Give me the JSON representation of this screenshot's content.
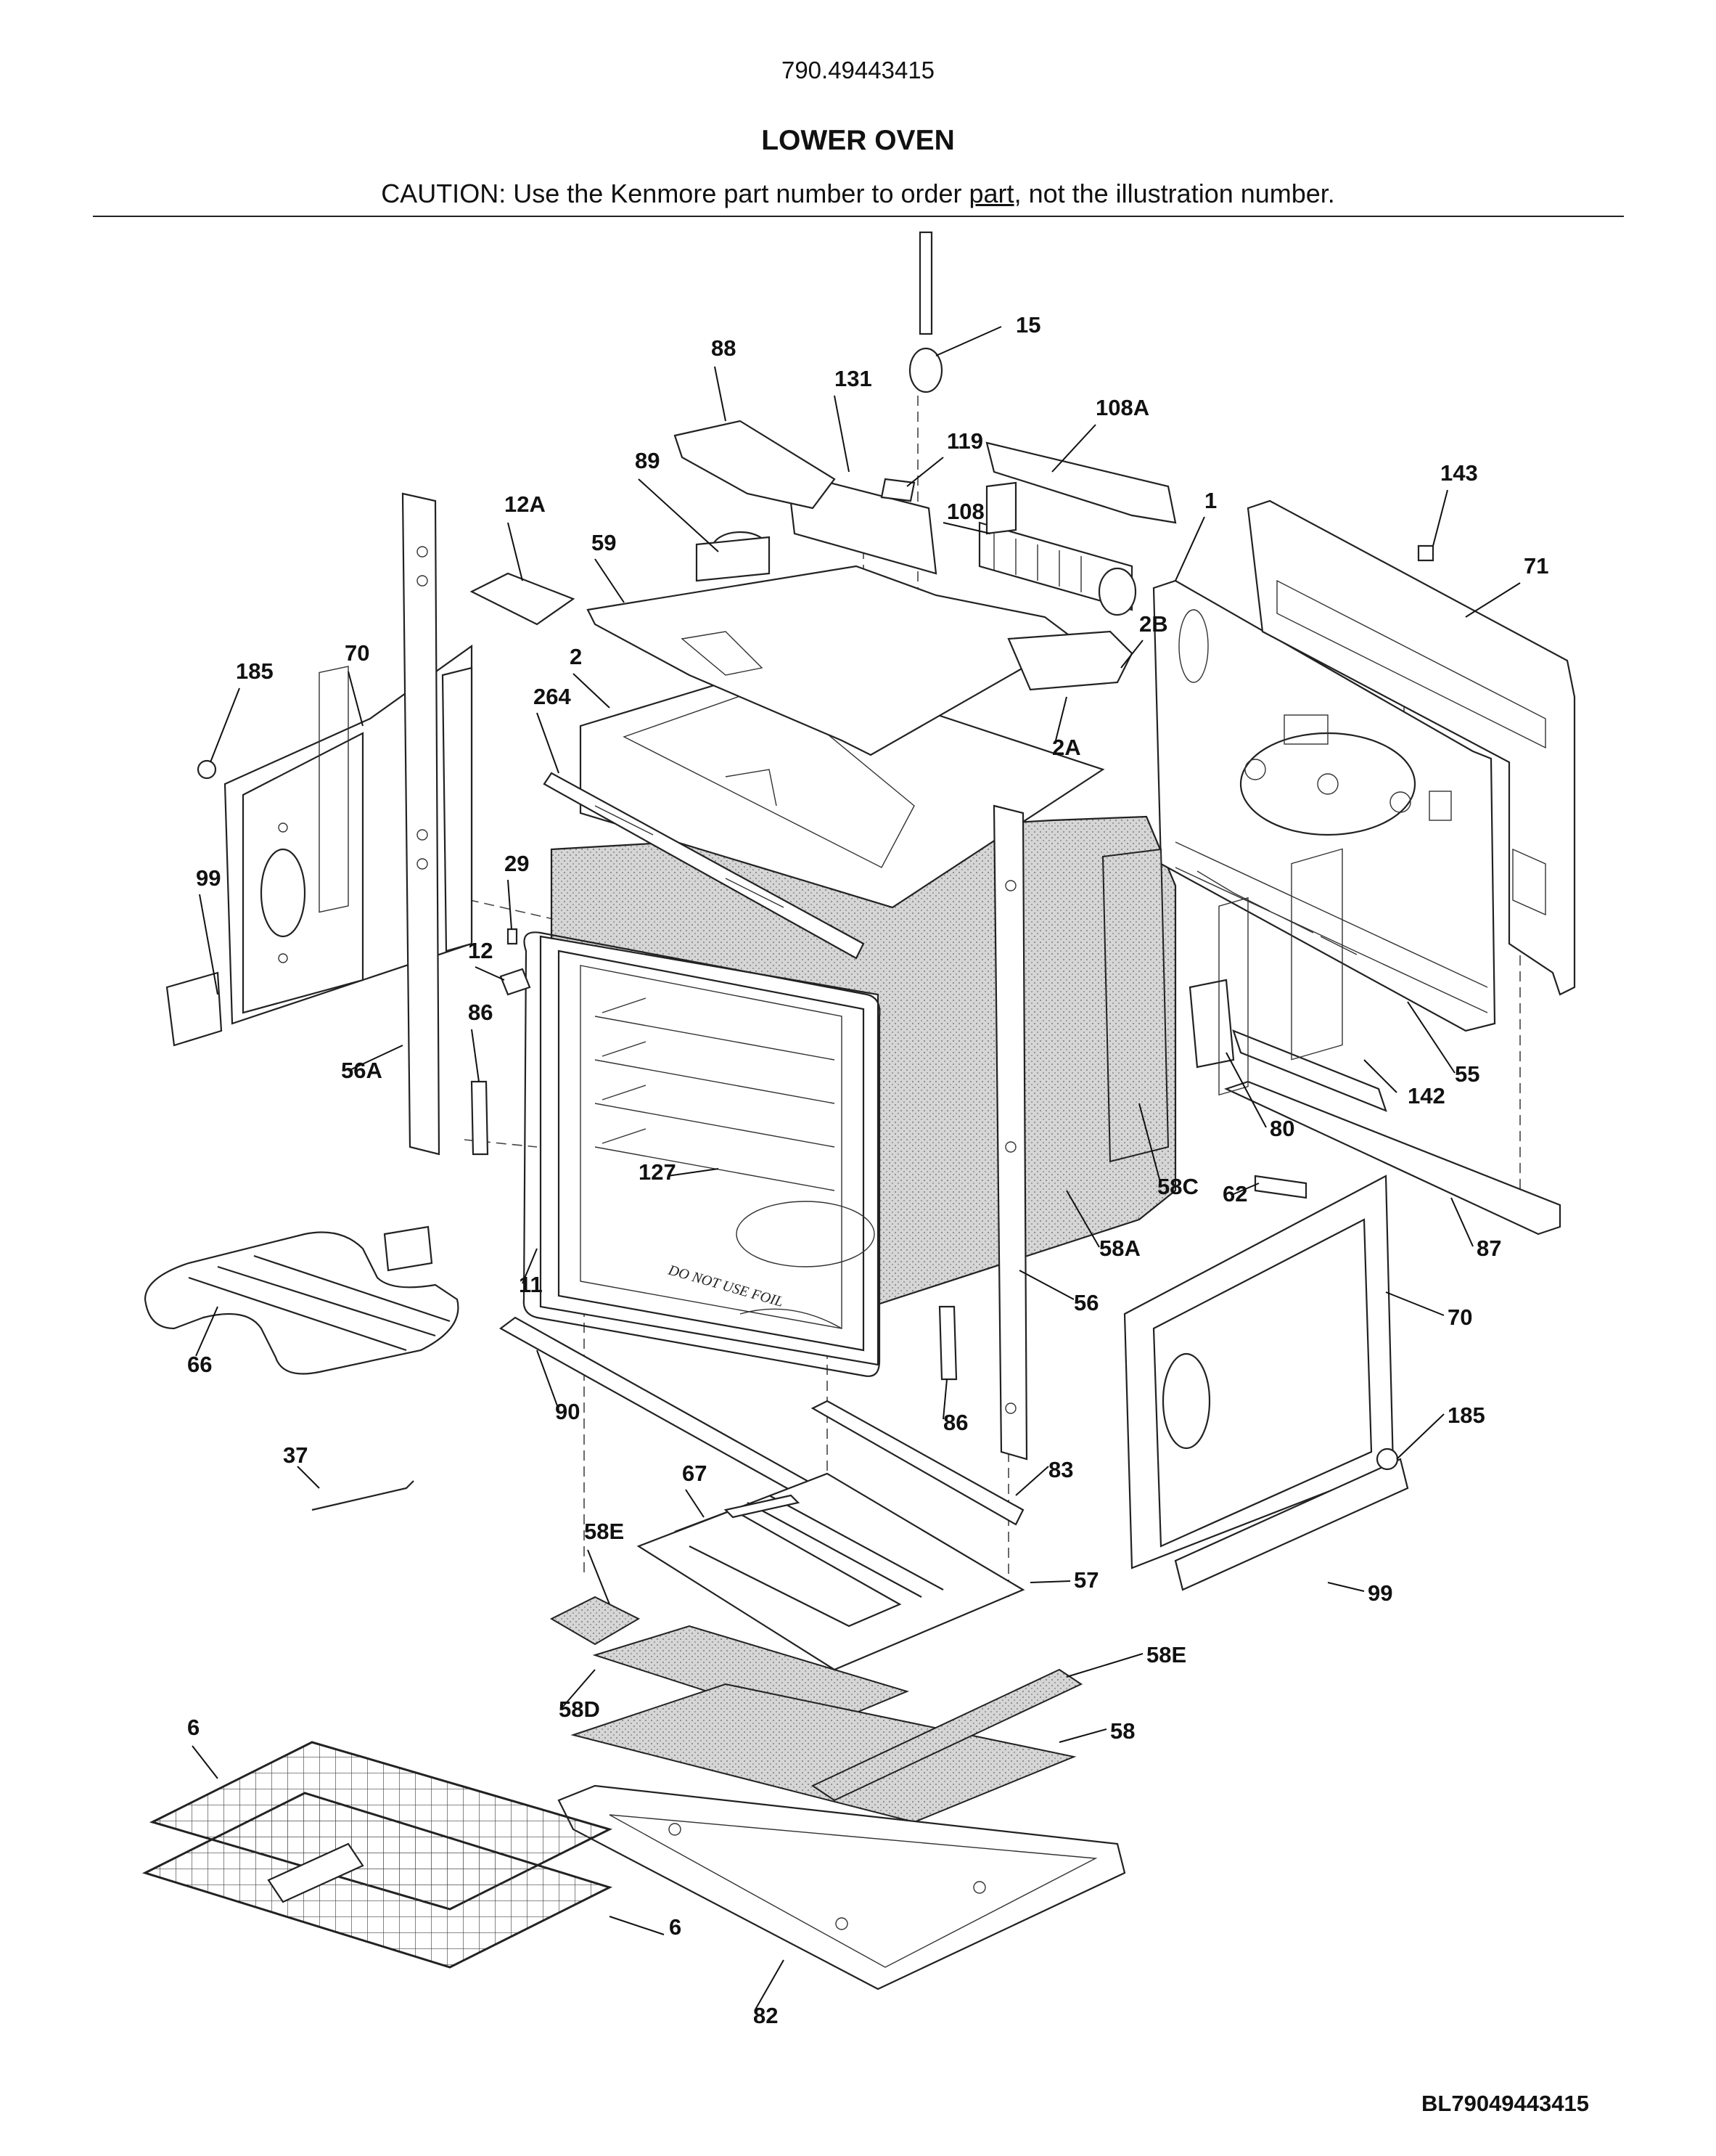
{
  "header": {
    "model_number": "790.49443415",
    "title": "LOWER OVEN",
    "caution_prefix": "CAUTION: Use the Kenmore part number to order ",
    "caution_link": "part",
    "caution_suffix": ", not the illustration number."
  },
  "diagram": {
    "door_stamp": "DO NOT USE FOIL",
    "callouts": [
      "15",
      "88",
      "131",
      "108A",
      "119",
      "89",
      "108",
      "12A",
      "143",
      "59",
      "1",
      "71",
      "185",
      "70",
      "2B",
      "2",
      "264",
      "2A",
      "29",
      "99",
      "12",
      "56A",
      "86",
      "55",
      "142",
      "80",
      "127",
      "58C",
      "62",
      "87",
      "11",
      "58A",
      "56",
      "70",
      "66",
      "185",
      "90",
      "86",
      "83",
      "67",
      "37",
      "58E",
      "57",
      "99",
      "58E",
      "58D",
      "58",
      "6",
      "6",
      "82"
    ]
  },
  "footer": {
    "drawing_id": "BL79049443415"
  }
}
